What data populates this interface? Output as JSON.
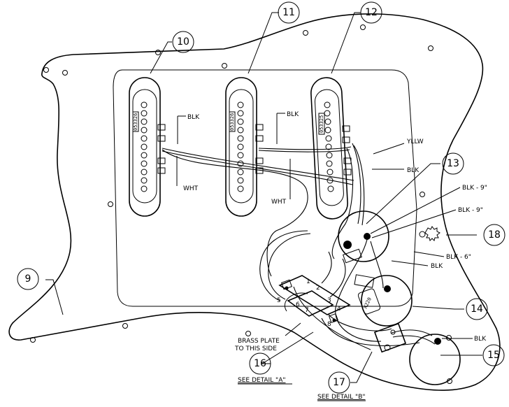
{
  "callouts": {
    "c9": "9",
    "c10": "10",
    "c11": "11",
    "c12": "12",
    "c13": "13",
    "c14": "14",
    "c15": "15",
    "c16": "16",
    "c17": "17",
    "c18": "18"
  },
  "labels": {
    "blk_neck": "BLK",
    "wht_neck": "WHT",
    "blk_mid": "BLK",
    "wht_mid": "WHT",
    "yllw": "YLLW",
    "blk_bridge": "BLK",
    "blk9_a": "BLK - 9\"",
    "blk9_b": "BLK - 9\"",
    "blk6": "BLK - 6\"",
    "blk_pot": "BLK",
    "blk_tone": "BLK",
    "brass_plate_1": "BRASS PLATE",
    "brass_plate_2": "TO THIS SIDE",
    "detail_a": "SEE DETAIL \"A\"",
    "detail_b": "SEE DETAIL \"B\""
  },
  "codes": {
    "pickup_neck": "053326",
    "pickup_mid": "053326",
    "pickup_bridge": "053325",
    "capacitor": "X220"
  },
  "switch_terminals": [
    "1",
    "2",
    "3",
    "4",
    "5",
    "6",
    "7",
    "8"
  ]
}
